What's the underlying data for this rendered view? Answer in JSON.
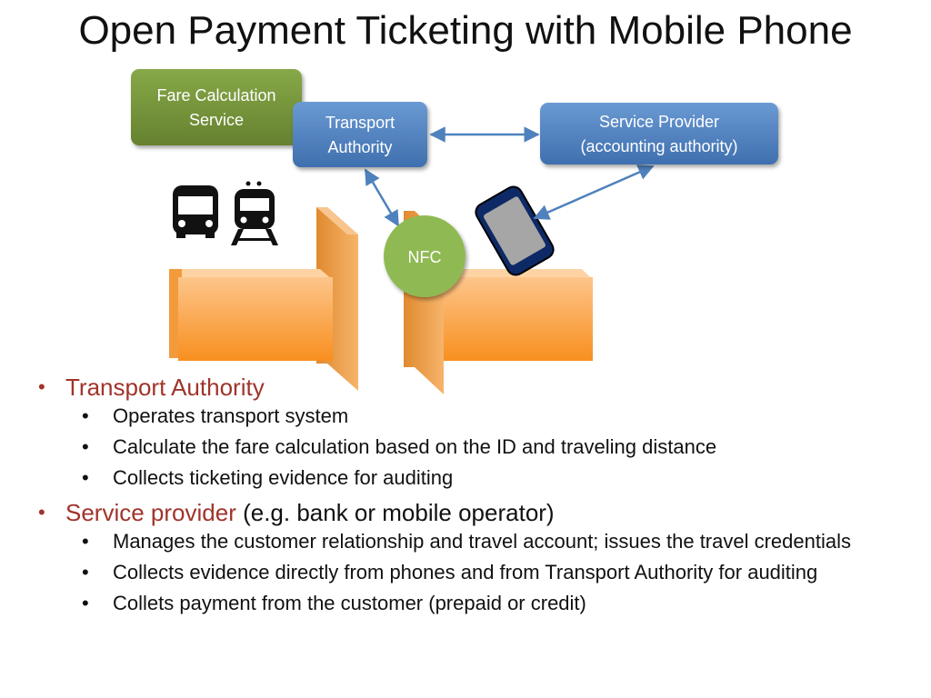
{
  "title": "Open Payment Ticketing with Mobile Phone",
  "diagram": {
    "fare_calc": [
      "Fare Calculation",
      "Service"
    ],
    "transport_authority": [
      "Transport",
      "Authority"
    ],
    "service_provider": [
      "Service Provider",
      "(accounting  authority)"
    ],
    "nfc": "NFC",
    "icons": [
      "bus-icon",
      "train-icon",
      "mobile-phone-icon",
      "fare-gate-icon"
    ],
    "colors": {
      "green": "#77933c",
      "blue": "#4f81bd",
      "orange": "#fb9a2f",
      "nfc_green": "#8fba52",
      "arrow": "#4f81bd"
    }
  },
  "bullets": [
    {
      "highlight": "Transport Authority",
      "rest": "",
      "items": [
        "Operates transport system",
        "Calculate the fare calculation based on the ID and traveling distance",
        "Collects ticketing evidence for auditing"
      ]
    },
    {
      "highlight": "Service provider",
      "rest": " (e.g. bank or mobile operator)",
      "items": [
        "Manages the  customer relationship and travel account; issues the travel credentials",
        "Collects evidence directly from phones and from Transport Authority for auditing",
        "Collets payment from the customer (prepaid or credit)"
      ]
    }
  ]
}
